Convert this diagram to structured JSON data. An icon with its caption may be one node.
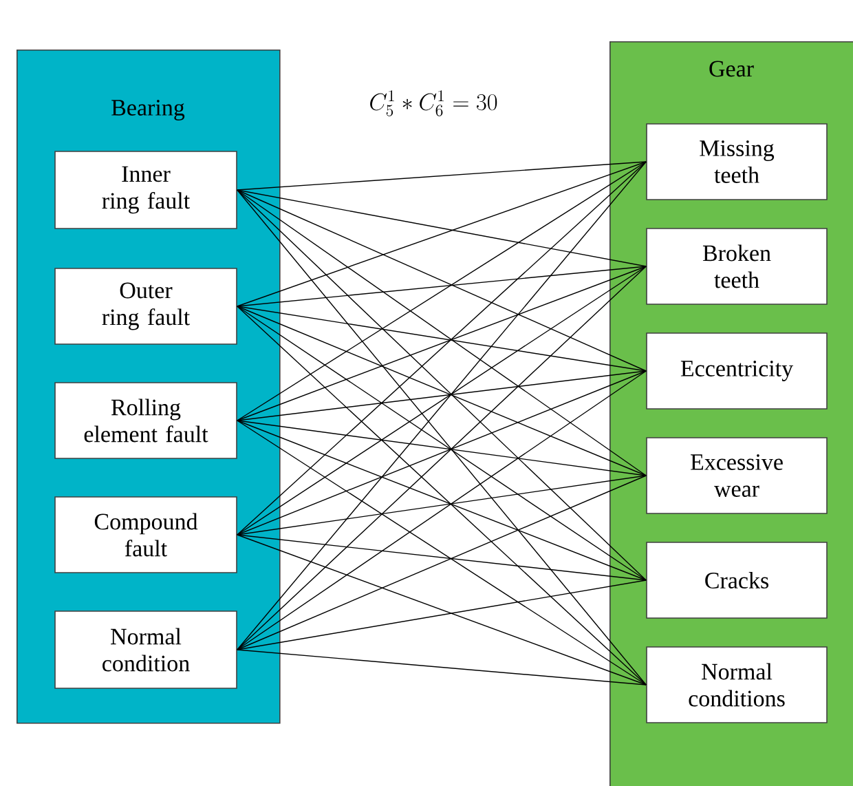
{
  "diagram": {
    "nodes": [
      {
        "text": [
          "Bearing"
        ]
      },
      {
        "text": [
          "Inner ring fault"
        ],
        "in": 0
      },
      {
        "text": [
          "Outer ring fault"
        ],
        "in": 0
      },
      {
        "text": [
          "Rolling element fault"
        ],
        "in": 0
      },
      {
        "text": [
          "Compound fault"
        ],
        "in": 0
      },
      {
        "text": [
          "Normal condition"
        ],
        "in": 0
      },
      {
        "text": [
          "Gear"
        ]
      },
      {
        "text": [
          "Missing teeth"
        ],
        "in": 6
      },
      {
        "text": [
          "Broken teeth"
        ],
        "in": 6
      },
      {
        "text": [
          "Eccentricity"
        ],
        "in": 6
      },
      {
        "text": [
          "Excessive wear"
        ],
        "in": 6
      },
      {
        "text": [
          "Cracks"
        ],
        "in": 6
      },
      {
        "text": [
          "Normal conditions"
        ],
        "in": 6
      }
    ],
    "edges": [
      {
        "from": 1,
        "to": 7,
        "arrow": "none"
      },
      {
        "from": 1,
        "to": 8,
        "arrow": "none"
      },
      {
        "from": 1,
        "to": 9,
        "arrow": "none"
      },
      {
        "from": 1,
        "to": 10,
        "arrow": "none"
      },
      {
        "from": 1,
        "to": 11,
        "arrow": "none"
      },
      {
        "from": 1,
        "to": 12,
        "arrow": "none"
      },
      {
        "from": 2,
        "to": 7,
        "arrow": "none"
      },
      {
        "from": 2,
        "to": 8,
        "arrow": "none"
      },
      {
        "from": 2,
        "to": 9,
        "arrow": "none"
      },
      {
        "from": 2,
        "to": 10,
        "arrow": "none"
      },
      {
        "from": 2,
        "to": 11,
        "arrow": "none"
      },
      {
        "from": 2,
        "to": 12,
        "arrow": "none"
      },
      {
        "from": 3,
        "to": 7,
        "arrow": "none"
      },
      {
        "from": 3,
        "to": 8,
        "arrow": "none"
      },
      {
        "from": 3,
        "to": 9,
        "arrow": "none"
      },
      {
        "from": 3,
        "to": 10,
        "arrow": "none"
      },
      {
        "from": 3,
        "to": 11,
        "arrow": "none"
      },
      {
        "from": 3,
        "to": 12,
        "arrow": "none"
      },
      {
        "from": 4,
        "to": 7,
        "arrow": "none"
      },
      {
        "from": 4,
        "to": 8,
        "arrow": "none"
      },
      {
        "from": 4,
        "to": 9,
        "arrow": "none"
      },
      {
        "from": 4,
        "to": 10,
        "arrow": "none"
      },
      {
        "from": 4,
        "to": 11,
        "arrow": "none"
      },
      {
        "from": 4,
        "to": 12,
        "arrow": "none"
      },
      {
        "from": 5,
        "to": 7,
        "arrow": "none"
      },
      {
        "from": 5,
        "to": 8,
        "arrow": "none"
      },
      {
        "from": 5,
        "to": 9,
        "arrow": "none"
      },
      {
        "from": 5,
        "to": 10,
        "arrow": "none"
      },
      {
        "from": 5,
        "to": 11,
        "arrow": "none"
      },
      {
        "from": 5,
        "to": 12,
        "arrow": "none"
      }
    ],
    "labels": [
      "C_5^1 \\ast C_6^1 = 30"
    ]
  }
}
